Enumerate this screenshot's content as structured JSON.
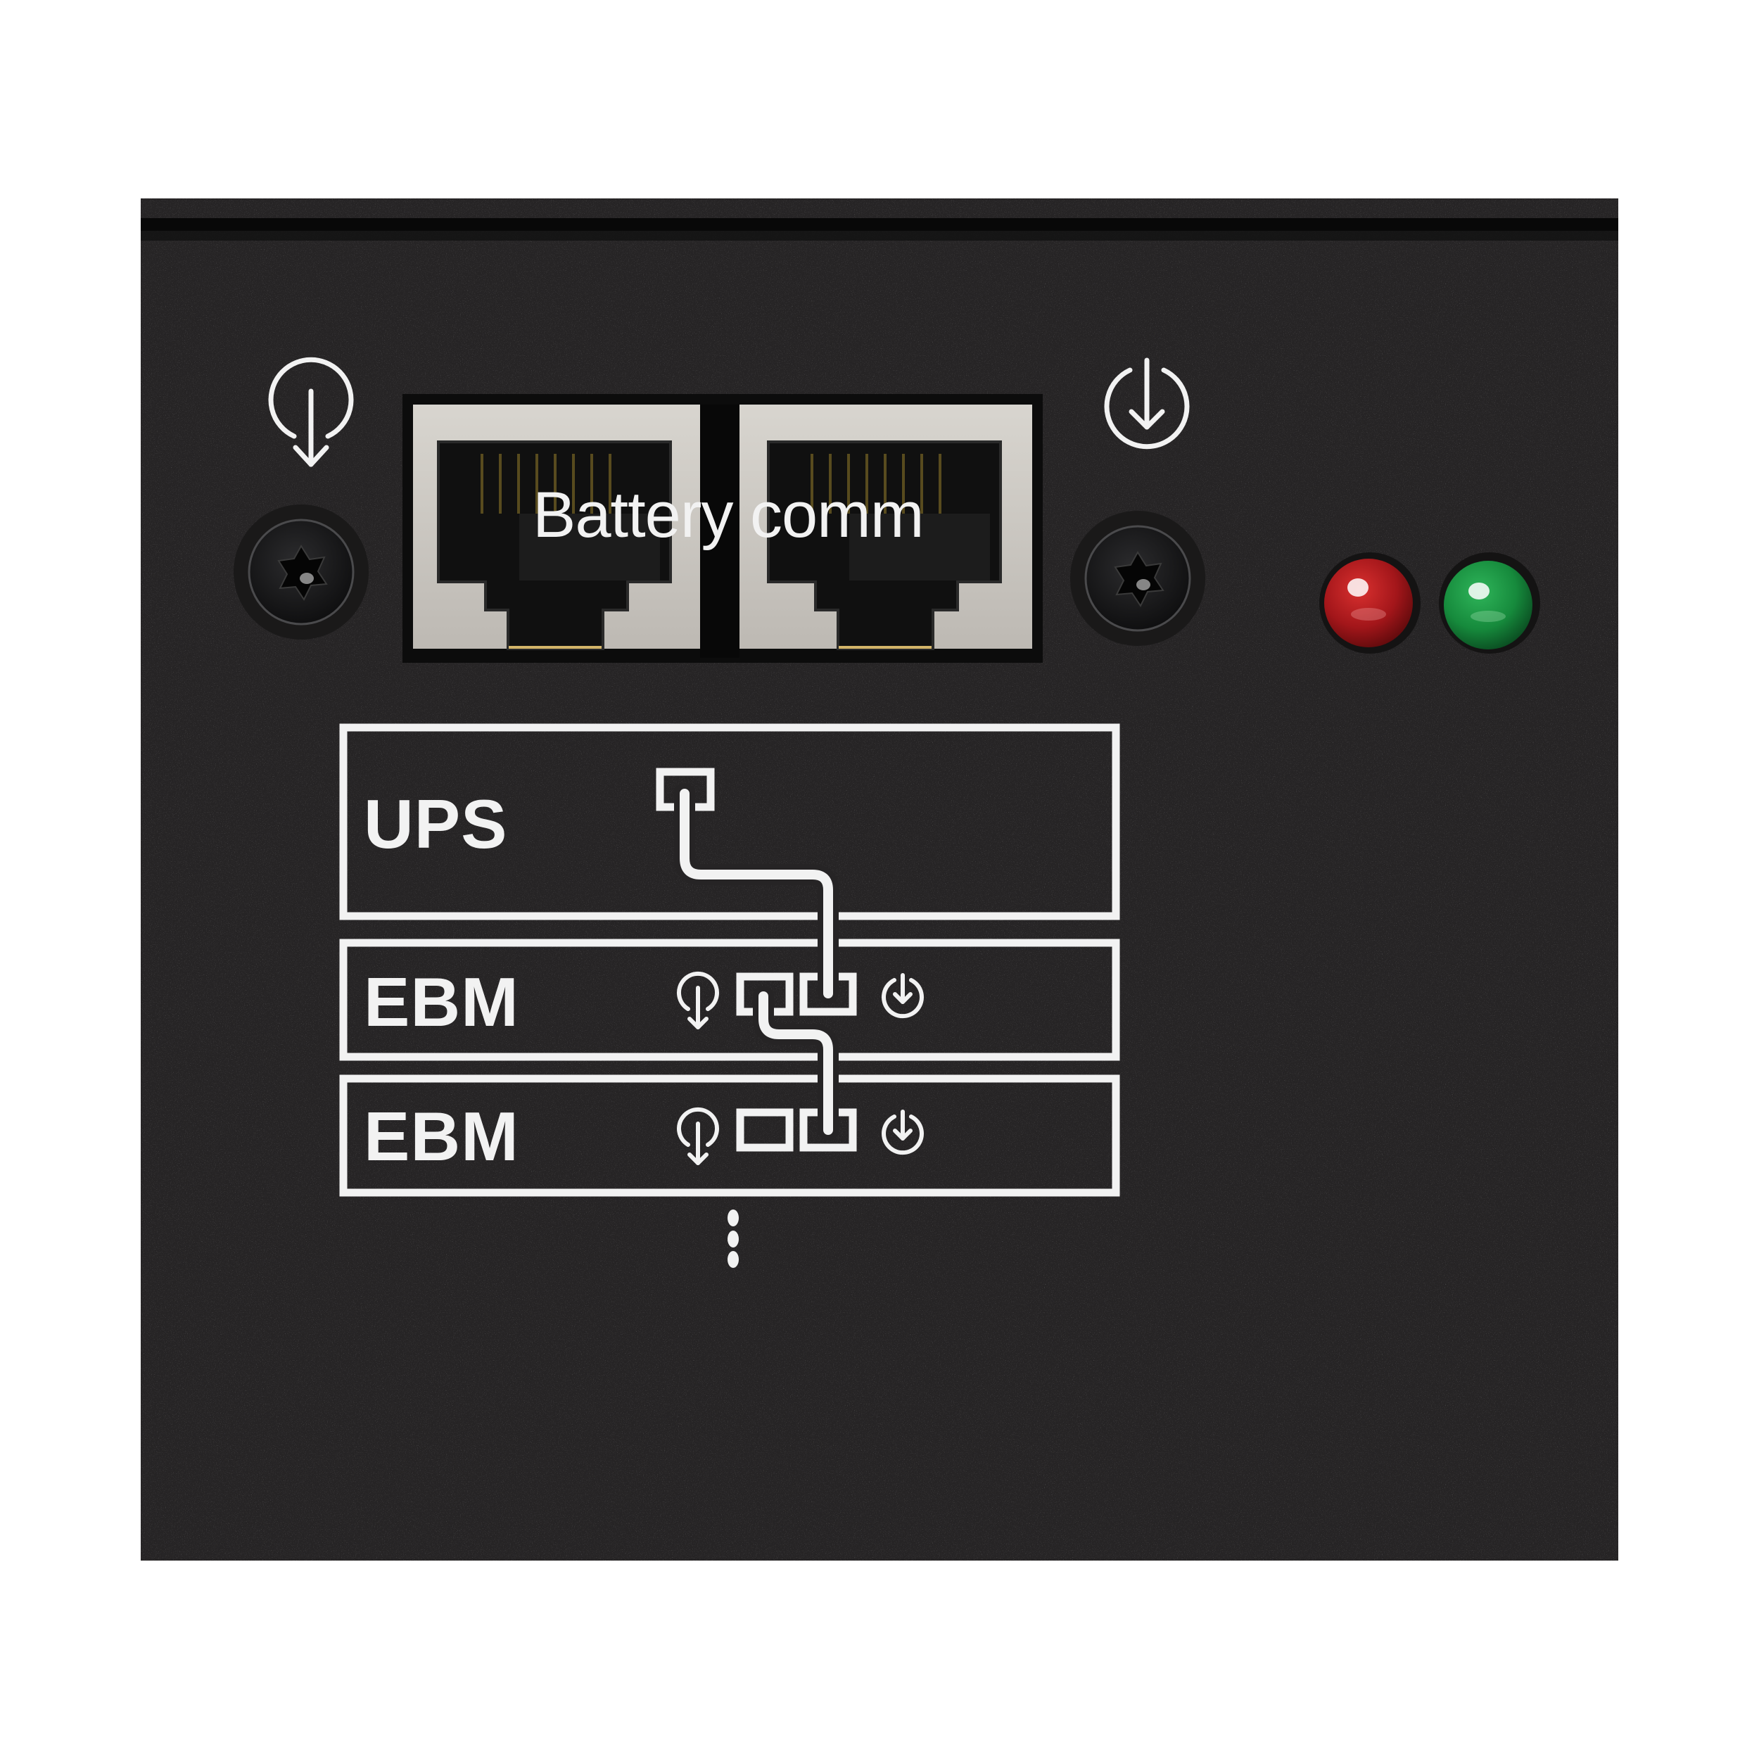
{
  "panel": {
    "title": "Battery comm",
    "background_color": "#262425",
    "ports": [
      {
        "id": "port-in",
        "type": "RJ45",
        "direction_icon": "arrow-out-of-circle-down-icon"
      },
      {
        "id": "port-out",
        "type": "RJ45",
        "direction_icon": "arrow-into-circle-down-icon"
      }
    ],
    "screws": 2,
    "leds": [
      {
        "name": "red-led",
        "color": "#a3161a"
      },
      {
        "name": "green-led",
        "color": "#168a3c"
      }
    ]
  },
  "diagram": {
    "rows": [
      {
        "label": "UPS"
      },
      {
        "label": "EBM"
      },
      {
        "label": "EBM"
      }
    ],
    "continuation": "⋮"
  }
}
